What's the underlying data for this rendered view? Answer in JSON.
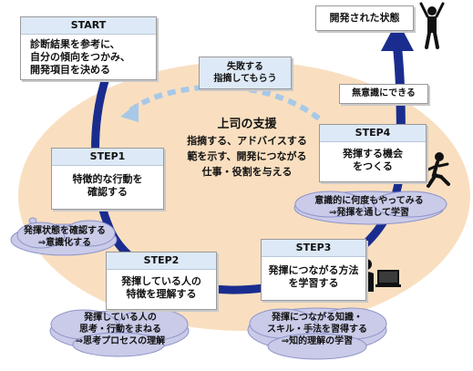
{
  "diagram": {
    "center": {
      "title": "上司の支援",
      "lines": [
        "指摘する、アドバイスする",
        "範を示す、開発につながる",
        "仕事・役割を与える"
      ]
    },
    "start": {
      "label": "START",
      "lines": [
        "診断結果を参考に、",
        "自分の傾向をつかみ、",
        "開発項目を決める"
      ]
    },
    "goal": {
      "text": "開発された状態"
    },
    "feedback": {
      "lines": [
        "失敗する",
        "指摘してもらう"
      ]
    },
    "unconscious": {
      "text": "無意識にできる"
    },
    "steps": [
      {
        "label": "STEP1",
        "lines": [
          "特徴的な行動を",
          "確認する"
        ]
      },
      {
        "label": "STEP2",
        "lines": [
          "発揮している人の",
          "特徴を理解する"
        ]
      },
      {
        "label": "STEP3",
        "lines": [
          "発揮につながる方法",
          "を学習する"
        ]
      },
      {
        "label": "STEP4",
        "lines": [
          "発揮する機会",
          "をつくる"
        ]
      }
    ],
    "clouds": [
      {
        "lines": [
          "発揮状態を確認する",
          "⇒意識化する"
        ]
      },
      {
        "lines": [
          "発揮している人の",
          "思考・行動をまねる",
          "⇒思考プロセスの理解"
        ]
      },
      {
        "lines": [
          "発揮につながる知識・",
          "スキル・手法を習得する",
          "⇒知的理解の学習"
        ]
      },
      {
        "lines": [
          "意識的に何度もやってみる",
          "⇒発揮を通して学習"
        ]
      }
    ],
    "colors": {
      "ellipse": "#f9dfc0",
      "arrow": "#1a2d8f",
      "dashed_arrow": "#a8c8e8",
      "cloud": "#c9cbe8",
      "header": "#dde9f6"
    },
    "icons": [
      "thinking-person-icon",
      "person-icon",
      "pointing-person-icon",
      "presenter-icon",
      "running-person-icon",
      "cheering-person-icon"
    ]
  }
}
